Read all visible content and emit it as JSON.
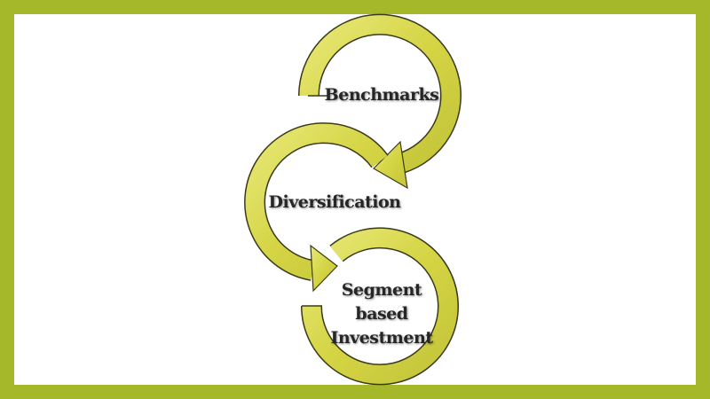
{
  "colors": {
    "border": "#a5b829",
    "arrow_fill": "#d6d64a",
    "arrow_outline": "#3a3a1a",
    "text": "#262626"
  },
  "diagram": {
    "steps": [
      {
        "label": "Benchmarks"
      },
      {
        "label": "Diversification"
      },
      {
        "label_lines": [
          "Segment",
          "based",
          "Investment"
        ]
      }
    ]
  }
}
